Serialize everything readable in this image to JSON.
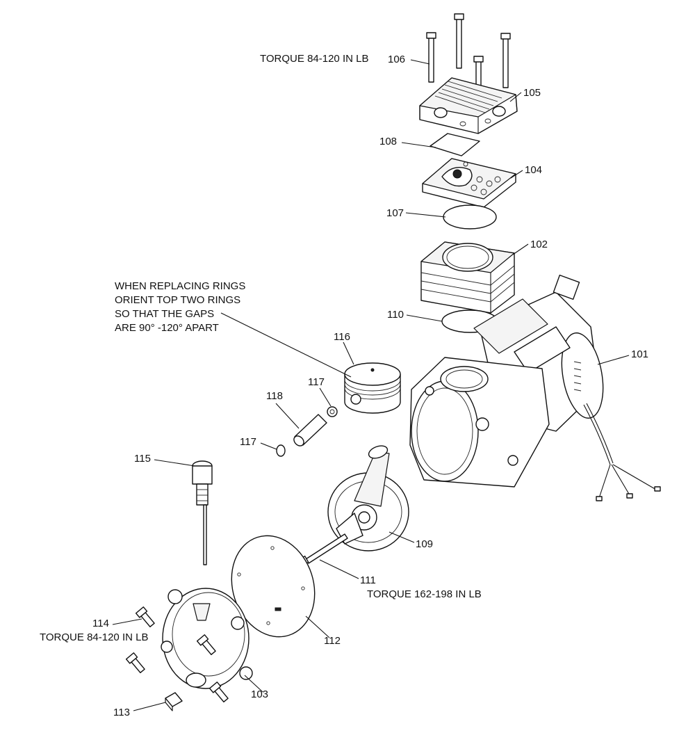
{
  "callouts": {
    "c101": "101",
    "c102": "102",
    "c103": "103",
    "c104": "104",
    "c105": "105",
    "c106": "106",
    "c107": "107",
    "c108": "108",
    "c109": "109",
    "c110": "110",
    "c111": "111",
    "c112": "112",
    "c113": "113",
    "c114": "114",
    "c115": "115",
    "c116": "116",
    "c117a": "117",
    "c117b": "117",
    "c118": "118"
  },
  "notes": {
    "torque_head": "TORQUE 84-120 IN LB",
    "torque_cover": "TORQUE 84-120 IN LB",
    "torque_crank": "TORQUE 162-198 IN LB",
    "rings": [
      "WHEN REPLACING RINGS",
      "ORIENT TOP TWO RINGS",
      "SO THAT THE GAPS",
      "ARE 90° -120° APART"
    ]
  }
}
